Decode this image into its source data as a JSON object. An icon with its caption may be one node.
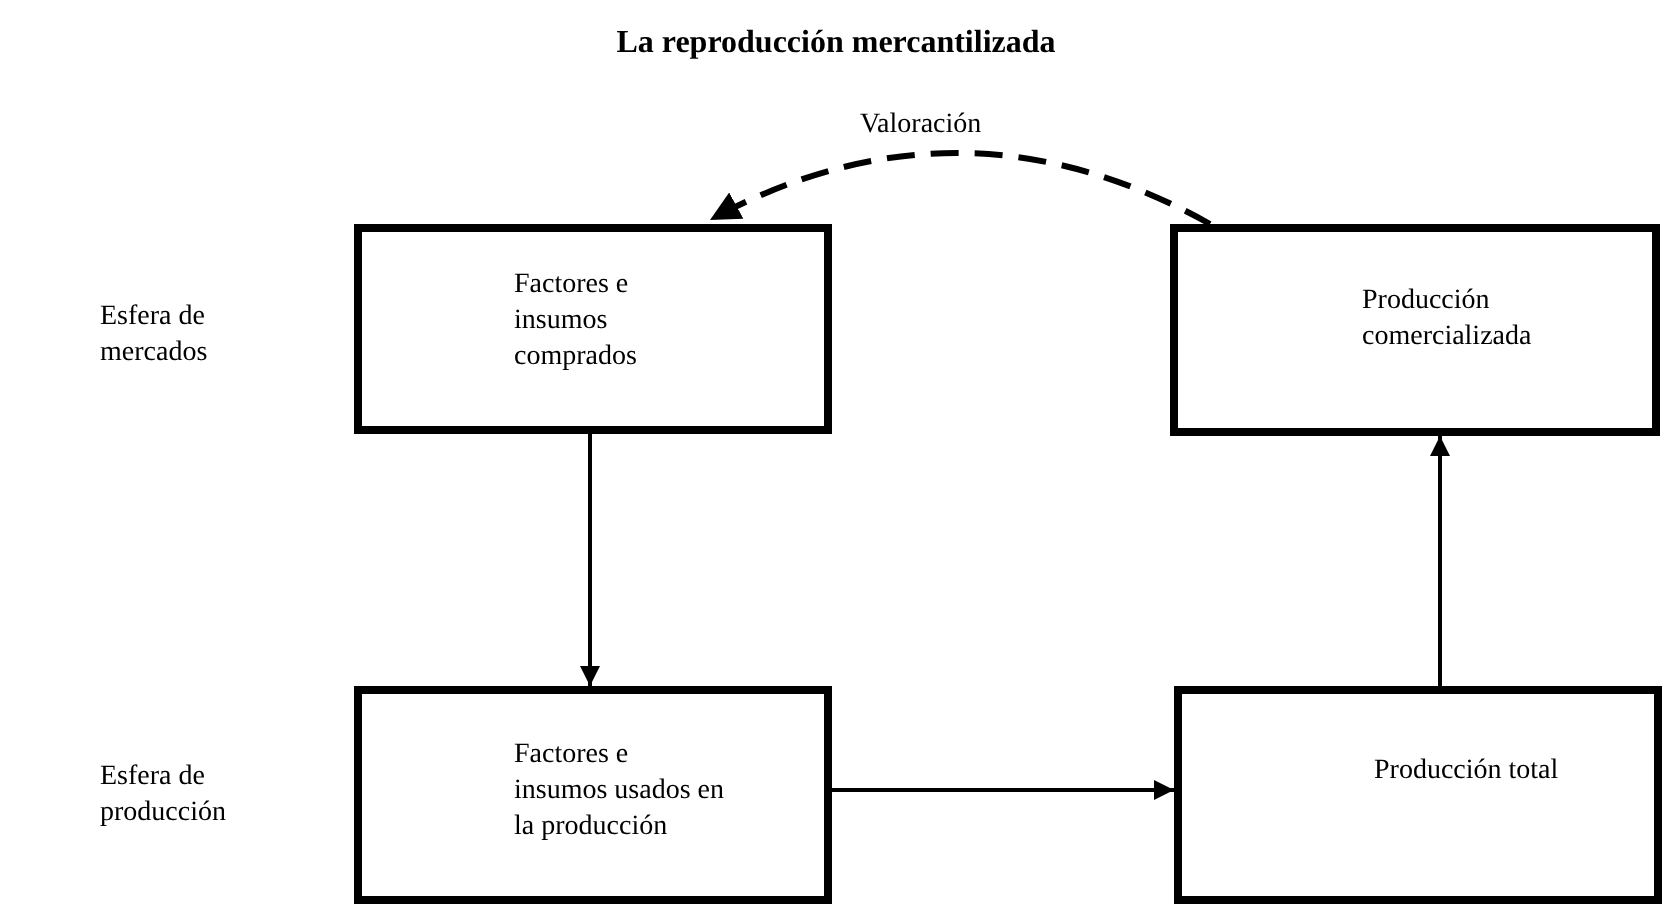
{
  "diagram": {
    "title": "La reproducción mercantilizada",
    "nodes": [
      {
        "text": [
          "Factores e insumos comprados"
        ]
      },
      {
        "text": [
          "Producción comercializada"
        ]
      },
      {
        "text": [
          "Factores e insumos usados en la producción"
        ]
      },
      {
        "text": [
          "Producción total"
        ]
      }
    ],
    "edges": [
      {
        "from": 0,
        "to": 2,
        "arrow": "to"
      },
      {
        "from": 2,
        "to": 3,
        "arrow": "to"
      },
      {
        "from": 3,
        "to": 1,
        "arrow": "to"
      },
      {
        "from": 1,
        "to": 0,
        "arrow": "to",
        "label": "Valoración",
        "style": "dashed"
      }
    ],
    "labels": [
      "Esfera de mercados",
      "Esfera de producción"
    ]
  }
}
